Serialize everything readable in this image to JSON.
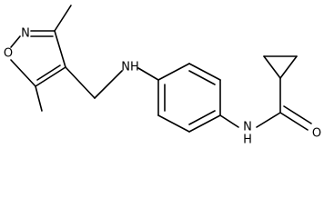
{
  "structure": {
    "atoms": {
      "ring_nitrogen": "N",
      "ring_oxygen": "O",
      "amine_nitrogen": "NH",
      "amide_nitrogen": "N",
      "amide_hydrogen": "H",
      "carbonyl_oxygen": "O"
    }
  }
}
